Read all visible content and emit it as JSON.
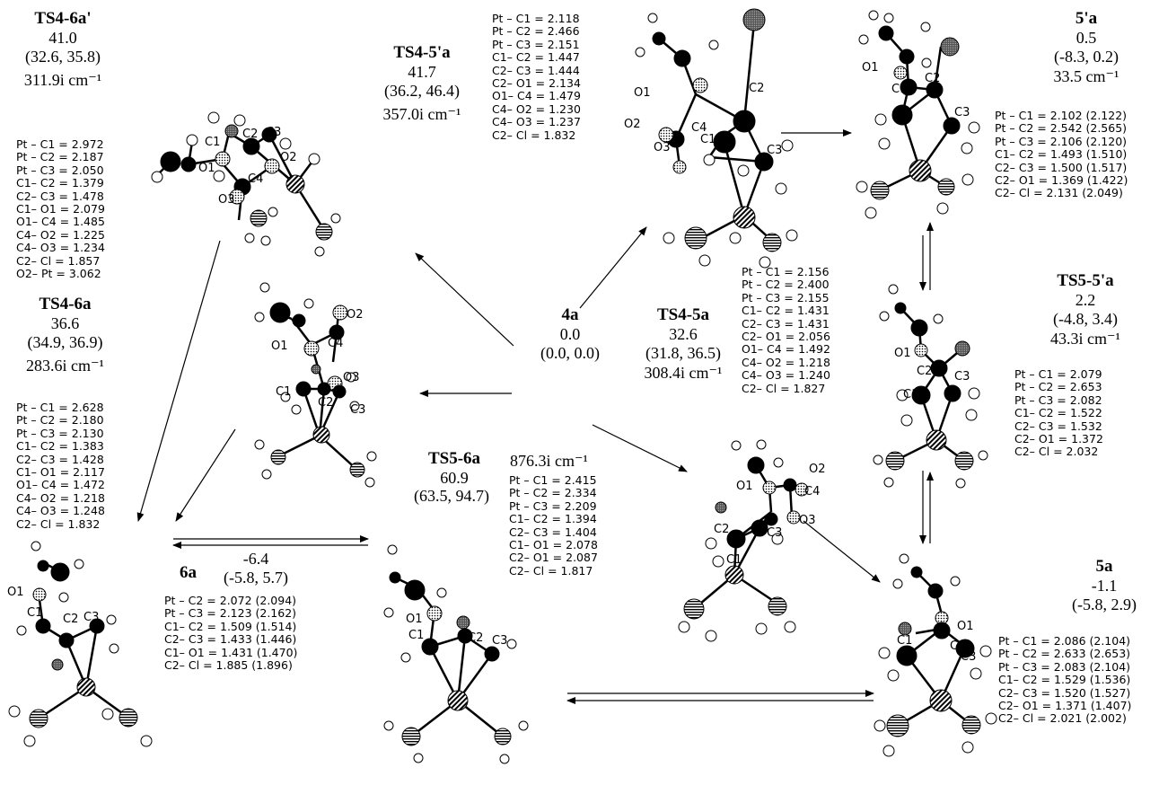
{
  "structures": {
    "ts46a_prime": {
      "name": "TS4-6a'",
      "energy": "41.0",
      "range": "(32.6, 35.8)",
      "freq": "311.9i cm⁻¹",
      "params": [
        "Pt – C1 = 2.972",
        "Pt – C2 = 2.187",
        "Pt – C3 = 2.050",
        "C1– C2 = 1.379",
        "C2– C3 = 1.478",
        "C1– O1 = 2.079",
        "O1– C4 = 1.485",
        "C4– O2 = 1.225",
        "C4– O3 = 1.234",
        "C2– Cl = 1.857",
        "O2– Pt = 3.062"
      ],
      "atoms": [
        "C1",
        "C2",
        "C3",
        "O1",
        "O2",
        "O3",
        "C4"
      ]
    },
    "ts45prime_a": {
      "name": "TS4-5'a",
      "energy": "41.7",
      "range": "(36.2, 46.4)",
      "freq": "357.0i cm⁻¹",
      "params": [
        "Pt – C1 = 2.118",
        "Pt – C2 = 2.466",
        "Pt – C3 = 2.151",
        "C1– C2 = 1.447",
        "C2– C3 = 1.444",
        "C2– O1 = 2.134",
        "O1– C4 = 1.479",
        "C4– O2 = 1.230",
        "C4– O3 = 1.237",
        "C2– Cl = 1.832"
      ],
      "atoms": [
        "O1",
        "C2",
        "O2",
        "C4",
        "O3",
        "C1",
        "C3"
      ]
    },
    "s5prime_a": {
      "name": "5'a",
      "energy": "0.5",
      "range": "(-8.3, 0.2)",
      "freq": "33.5 cm⁻¹",
      "params": [
        "Pt – C1 = 2.102 (2.122)",
        "Pt – C2 = 2.542 (2.565)",
        "Pt – C3 = 2.106 (2.120)",
        "C1– C2 = 1.493 (1.510)",
        "C2– C3 = 1.500 (1.517)",
        "C2– O1 = 1.369 (1.422)",
        "C2– Cl = 2.131 (2.049)"
      ],
      "atoms": [
        "O1",
        "C1",
        "C2",
        "C3"
      ]
    },
    "ts46a": {
      "name": "TS4-6a",
      "energy": "36.6",
      "range": "(34.9, 36.9)",
      "freq": "283.6i cm⁻¹",
      "params": [
        "Pt – C1 = 2.628",
        "Pt – C2 = 2.180",
        "Pt – C3 = 2.130",
        "C1– C2 = 1.383",
        "C2– C3 = 1.428",
        "C1– O1 = 2.117",
        "O1– C4 = 1.472",
        "C4– O2 = 1.218",
        "C4– O3 = 1.248",
        "C2– Cl = 1.832"
      ]
    },
    "s4a": {
      "name": "4a",
      "energy": "0.0",
      "range": "(0.0, 0.0)",
      "atoms": [
        "O2",
        "O1",
        "C4",
        "O3",
        "C1",
        "C2",
        "C3"
      ]
    },
    "ts45a": {
      "name": "TS4-5a",
      "energy": "32.6",
      "range": "(31.8, 36.5)",
      "freq": "308.4i cm⁻¹",
      "params": [
        "Pt – C1 = 2.156",
        "Pt – C2 = 2.400",
        "Pt – C3 = 2.155",
        "C1– C2 = 1.431",
        "C2– C3 = 1.431",
        "C2– O1 = 2.056",
        "O1– C4 = 1.492",
        "C4– O2 = 1.218",
        "C4– O3 = 1.240",
        "C2– Cl = 1.827"
      ]
    },
    "ts55prime_a": {
      "name": "TS5-5'a",
      "energy": "2.2",
      "range": "(-4.8, 3.4)",
      "freq": "43.3i cm⁻¹",
      "params": [
        "Pt – C1 = 2.079",
        "Pt – C2 = 2.653",
        "Pt – C3 = 2.082",
        "C1– C2 = 1.522",
        "C2– C3 = 1.532",
        "C2– O1 = 1.372",
        "C2– Cl = 2.032"
      ],
      "atoms": [
        "O1",
        "C2",
        "C3",
        "C1"
      ]
    },
    "ts56a": {
      "name": "TS5-6a",
      "energy": "60.9",
      "range": "(63.5, 94.7)",
      "freq": "876.3i cm⁻¹",
      "params": [
        "Pt – C1 = 2.415",
        "Pt – C2 = 2.334",
        "Pt – C3 = 2.209",
        "C1– C2 = 1.394",
        "C2– C3 = 1.404",
        "C1– O1 = 2.078",
        "C2– O1 = 2.087",
        "C2– Cl = 1.817"
      ],
      "atoms": [
        "O1",
        "C1",
        "C2",
        "C3"
      ]
    },
    "s6a": {
      "name": "6a",
      "energy": "-6.4",
      "range": "(-5.8, 5.7)",
      "params": [
        "Pt – C2 = 2.072 (2.094)",
        "Pt – C3 = 2.123 (2.162)",
        "C1– C2 = 1.509 (1.514)",
        "C2– C3 = 1.433 (1.446)",
        "C1– O1 = 1.431 (1.470)",
        "C2– Cl = 1.885 (1.896)"
      ],
      "atoms": [
        "O1",
        "C1",
        "C2",
        "C3"
      ]
    },
    "int_4a5a": {
      "atoms": [
        "O1",
        "O2",
        "C4",
        "C2",
        "C3",
        "O3",
        "C1"
      ]
    },
    "s5a": {
      "name": "5a",
      "energy": "-1.1",
      "range": "(-5.8, 2.9)",
      "params": [
        "Pt – C1 = 2.086 (2.104)",
        "Pt – C2 = 2.633 (2.653)",
        "Pt – C3 = 2.083 (2.104)",
        "C1– C2 = 1.529 (1.536)",
        "C2– C3 = 1.520 (1.527)",
        "C2– O1 = 1.371 (1.407)",
        "C2– Cl = 2.021 (2.002)"
      ],
      "atoms": [
        "O1",
        "C2",
        "C1",
        "C3"
      ]
    }
  }
}
